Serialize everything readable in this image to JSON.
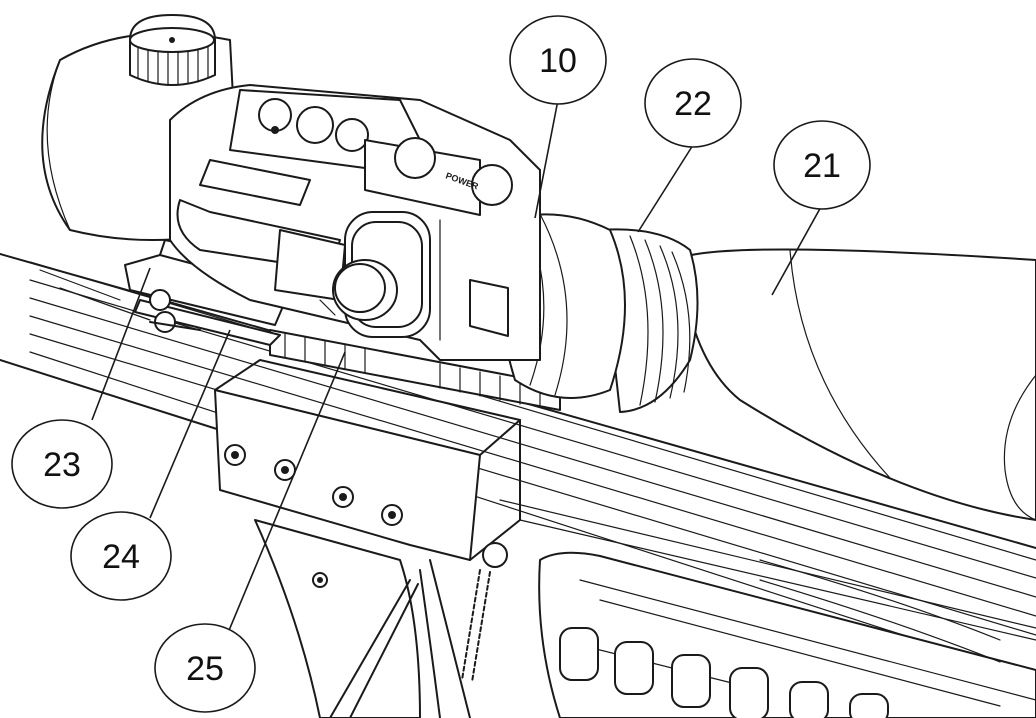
{
  "callouts": {
    "c10": "10",
    "c22": "22",
    "c21": "21",
    "c23": "23",
    "c24": "24",
    "c25": "25"
  },
  "device_text": {
    "power": "POWER"
  }
}
